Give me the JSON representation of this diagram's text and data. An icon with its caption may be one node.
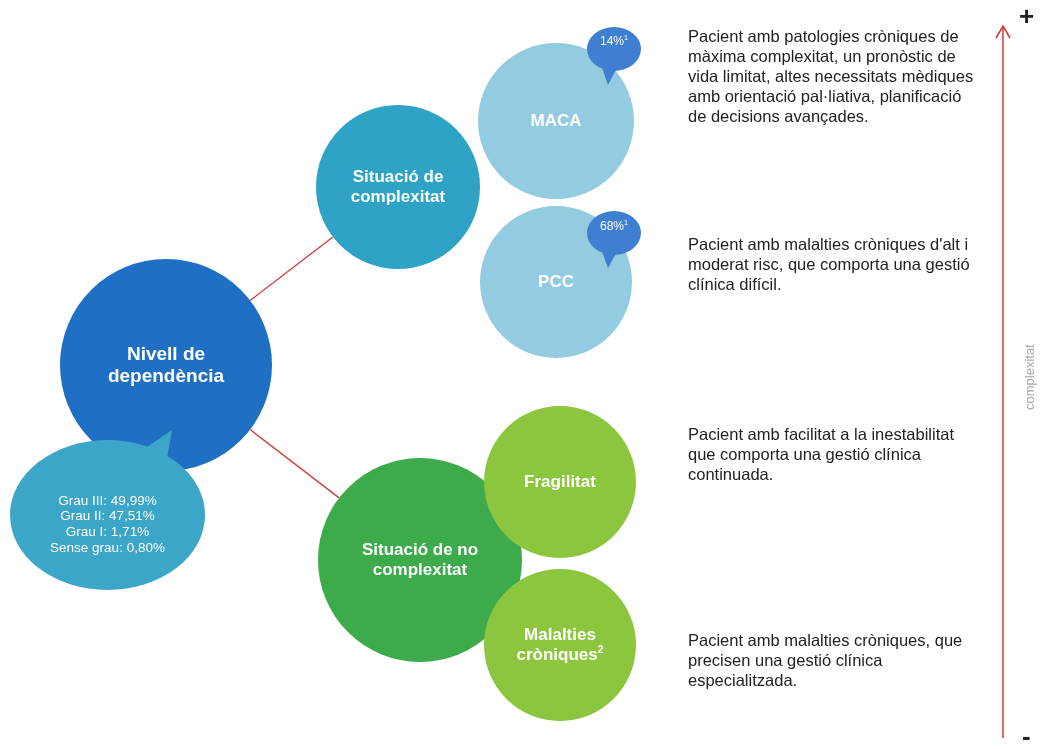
{
  "diagram": {
    "nodes": [
      {
        "text": [
          "Nivell de dependència"
        ]
      },
      {
        "text": [
          "Grau III: 49,99% Grau II: 47,51% Grau I: 1,71% Sense grau: 0,80%"
        ]
      },
      {
        "text": [
          "Situació de complexitat"
        ]
      },
      {
        "text": [
          "MACA"
        ]
      },
      {
        "text": [
          "14%$^{1}$"
        ]
      },
      {
        "text": [
          "PCC"
        ]
      },
      {
        "text": [
          "68%$^{1}$"
        ]
      },
      {
        "text": [
          "Situació de no complexitat"
        ]
      },
      {
        "text": [
          "Fragilitat"
        ]
      },
      {
        "text": [
          "Malalties cròniques$^{2}$"
        ]
      }
    ],
    "edges": [
      {
        "from": 0,
        "to": 2,
        "arrow": "none"
      },
      {
        "from": 0,
        "to": 7,
        "arrow": "none"
      }
    ],
    "labels": [
      "+",
      "Pacient amb patologies cròniques de màxima complexitat, un pronòstic de vida limitat, altes necessitats mèdiques amb orientació pal·liativa, planificació de decisions avançades.",
      "Pacient amb malalties cròniques d'alt i moderat risc, que comporta una gestió clínica difícil.",
      "complexitat",
      "Pacient amb facilitat a la inestabilitat que comporta una gestió clínica continuada.",
      "Pacient amb malalties cròniques, que precisen una gestió clínica especialitzada.",
      "-"
    ]
  }
}
